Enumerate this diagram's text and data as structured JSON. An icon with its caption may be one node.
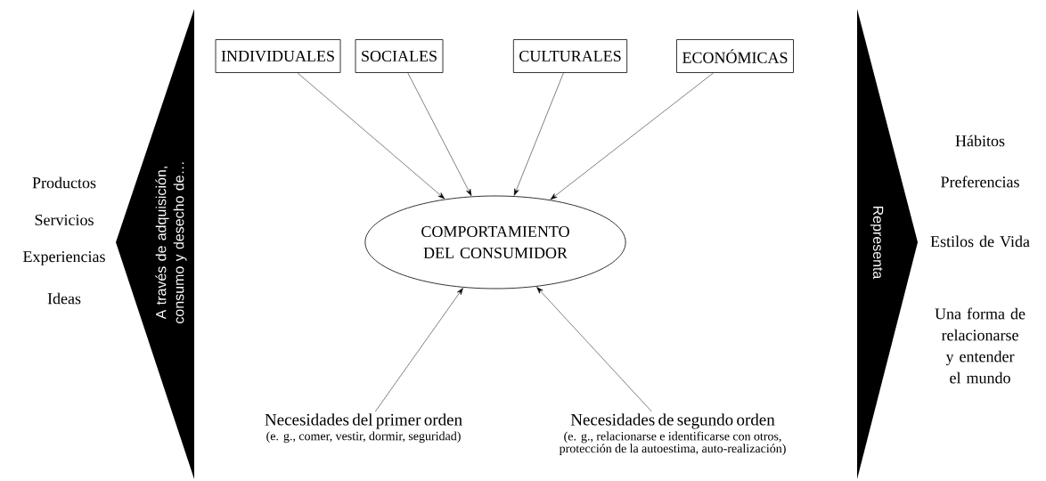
{
  "diagram": {
    "nodes": [
      {
        "text": [
          "INDIVIDUALES"
        ]
      },
      {
        "text": [
          "SOCIALES"
        ]
      },
      {
        "text": [
          "CULTURALES"
        ]
      },
      {
        "text": [
          "ECONÓMICAS"
        ]
      },
      {
        "text": [
          "COMPORTAMIENTO DEL CONSUMIDOR"
        ]
      },
      {
        "text": [
          "Necesidades del primer orden",
          "(e. g., comer, vestir, dormir, seguridad)"
        ]
      },
      {
        "text": [
          "Necesidades de segundo orden",
          "(e. g., relacionarse e identificarse con otros, protección de la autoestima, auto-realización)"
        ]
      },
      {
        "text": [
          "A través de adquisición, consumo y desecho de…"
        ]
      },
      {
        "text": [
          "Representa"
        ]
      }
    ],
    "edges": [
      {
        "from": 0,
        "to": 4,
        "arrow": "to"
      },
      {
        "from": 1,
        "to": 4,
        "arrow": "to"
      },
      {
        "from": 2,
        "to": 4,
        "arrow": "to"
      },
      {
        "from": 3,
        "to": 4,
        "arrow": "to"
      },
      {
        "from": 5,
        "to": 4,
        "arrow": "to"
      },
      {
        "from": 6,
        "to": 4,
        "arrow": "to"
      }
    ],
    "labels": [
      "Productos",
      "Servicios",
      "Experiencias",
      "Ideas",
      "Hábitos",
      "Preferencias",
      "Estilos de Vida",
      "Una forma de relacionarse y entender el mundo"
    ]
  }
}
